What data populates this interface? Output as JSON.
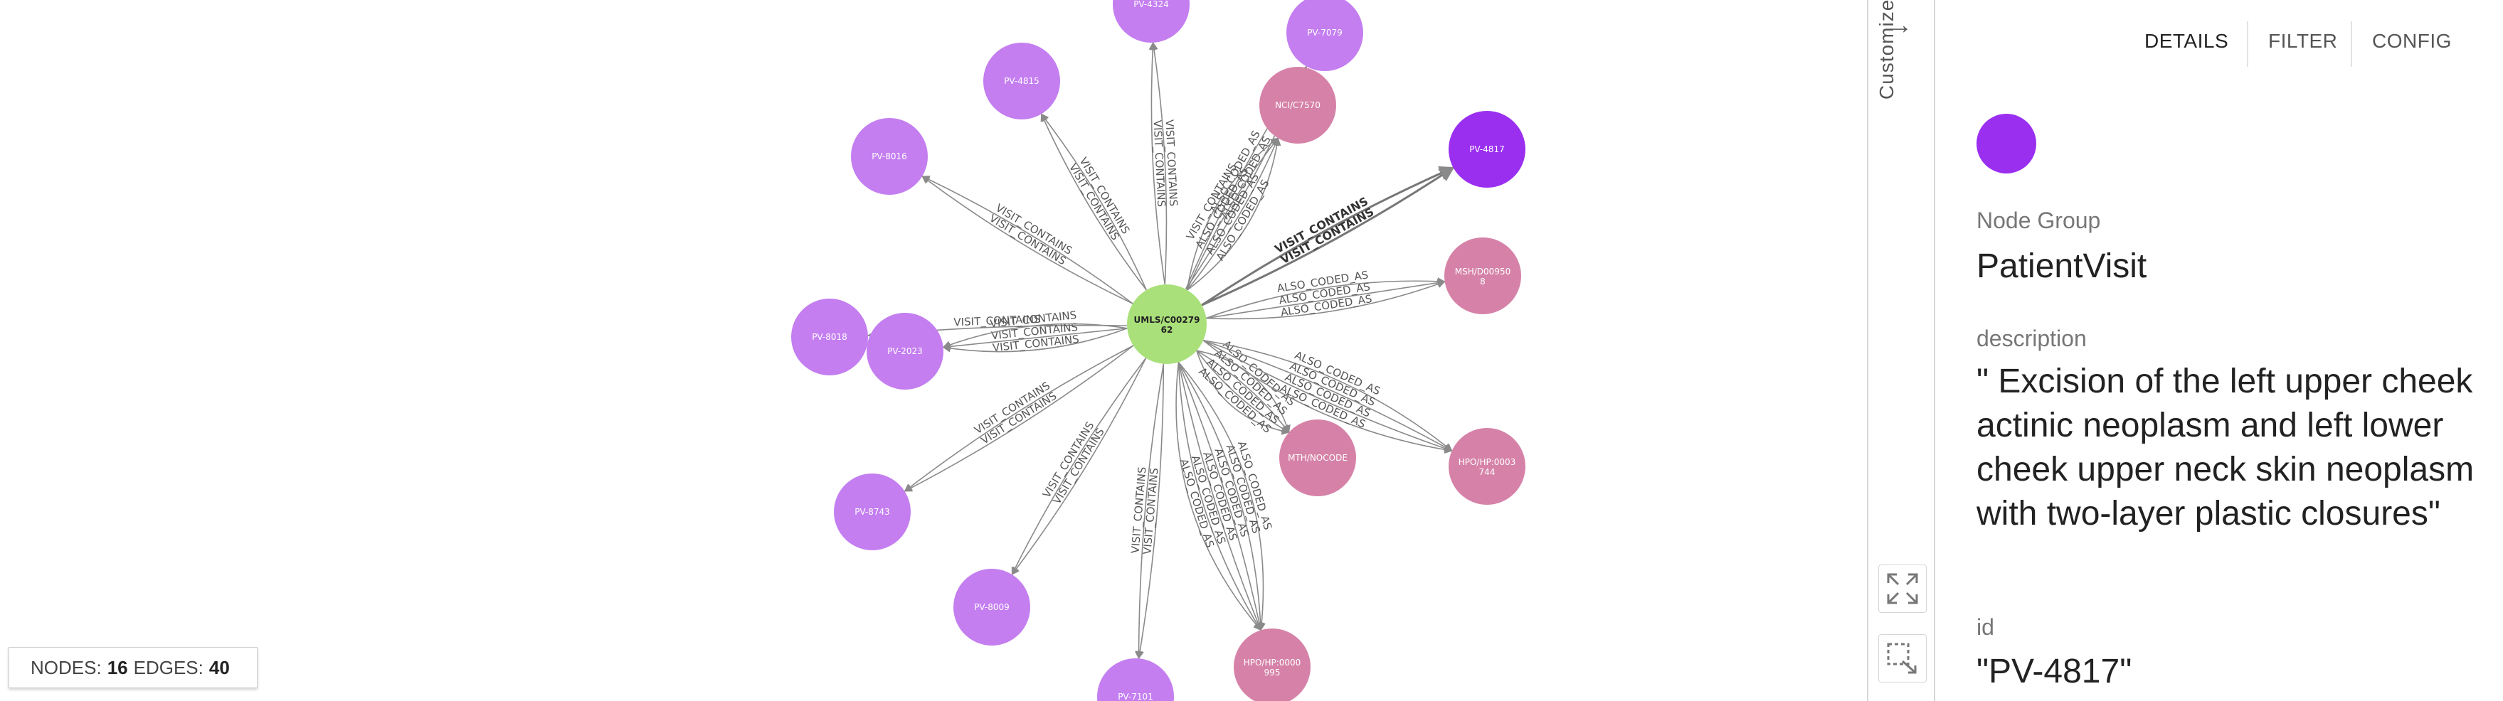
{
  "graph": {
    "center": {
      "label_line1": "UMLS/C00279",
      "label_line2": "62",
      "color": "#a9e07a"
    },
    "nodes": [
      {
        "id": "pv4324",
        "label1": "PV-4324",
        "label2": "",
        "color": "#c47ef0"
      },
      {
        "id": "pv7079",
        "label1": "PV-7079",
        "label2": "",
        "color": "#c47ef0"
      },
      {
        "id": "pv4815",
        "label1": "PV-4815",
        "label2": "",
        "color": "#c47ef0"
      },
      {
        "id": "nci",
        "label1": "NCI/C7570",
        "label2": "",
        "color": "#d682a8"
      },
      {
        "id": "pv4817",
        "label1": "PV-4817",
        "label2": "",
        "color": "#9a2ff0"
      },
      {
        "id": "pv8016",
        "label1": "PV-8016",
        "label2": "",
        "color": "#c47ef0"
      },
      {
        "id": "msh",
        "label1": "MSH/D00950",
        "label2": "8",
        "color": "#d682a8"
      },
      {
        "id": "pv8018",
        "label1": "PV-8018",
        "label2": "",
        "color": "#c47ef0"
      },
      {
        "id": "pv2023",
        "label1": "PV-2023",
        "label2": "",
        "color": "#c47ef0"
      },
      {
        "id": "mth",
        "label1": "MTH/NOCODE",
        "label2": "",
        "color": "#d682a8"
      },
      {
        "id": "hpo1",
        "label1": "HPO/HP:0003",
        "label2": "744",
        "color": "#d682a8"
      },
      {
        "id": "pv8743",
        "label1": "PV-8743",
        "label2": "",
        "color": "#c47ef0"
      },
      {
        "id": "pv8009",
        "label1": "PV-8009",
        "label2": "",
        "color": "#c47ef0"
      },
      {
        "id": "hpo2",
        "label1": "HPO/HP:0000",
        "label2": "995",
        "color": "#d682a8"
      },
      {
        "id": "pv7101",
        "label1": "PV-7101",
        "label2": "",
        "color": "#c47ef0"
      }
    ],
    "edge_visit": "VISIT_CONTAINS",
    "edge_coded": "ALSO_CODED_AS"
  },
  "stats": {
    "nodes_label": "NODES:",
    "nodes": "16",
    "edges_label": "EDGES:",
    "edges": "40"
  },
  "customize": {
    "label": "Customize",
    "arrow": "→"
  },
  "tabs": {
    "details": "DETAILS",
    "filter": "FILTER",
    "config": "CONFIG"
  },
  "details": {
    "swatch_color": "#9a2ff0",
    "node_group_label": "Node Group",
    "node_group_value": "PatientVisit",
    "description_label": "description",
    "description_value": "\" Excision of the left upper cheek actinic neoplasm and left lower cheek upper neck skin neoplasm with two-layer plastic closures\"",
    "id_label": "id",
    "id_value": "\"PV-4817\""
  }
}
